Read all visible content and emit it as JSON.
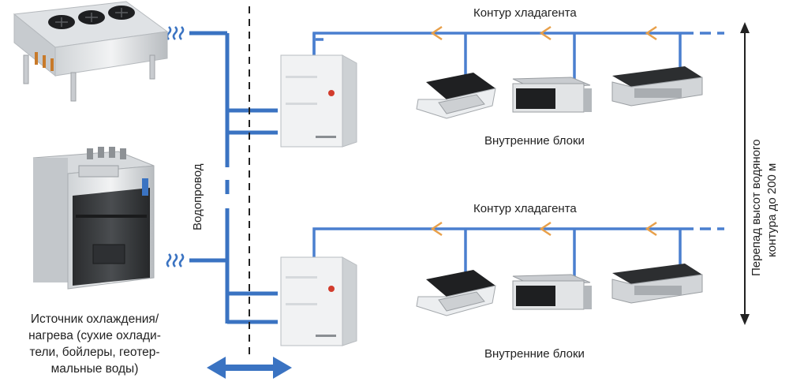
{
  "labels": {
    "refrigerant_loop_top": "Контур хладагента",
    "refrigerant_loop_bottom": "Контур хладагента",
    "indoor_units_top": "Внутренние блоки",
    "indoor_units_bottom": "Внутренние блоки",
    "water_pipe": "Водопровод",
    "height_difference_line1": "Перепад высот водяного",
    "height_difference_line2": "контура до 200 м",
    "source_line1": "Источник охлаждения/",
    "source_line2": "нагрева (сухие охлади-",
    "source_line3": "тели, бойлеры, геотер-",
    "source_line4": "мальные воды)"
  },
  "colors": {
    "water_pipe": "#3a73c2",
    "refrigerant_pipe": "#4a7fcf",
    "flow_arrow": "#e8a04a",
    "divider": "#222222",
    "equipment_light": "#e6e8ea",
    "equipment_dark": "#3a3d40"
  }
}
